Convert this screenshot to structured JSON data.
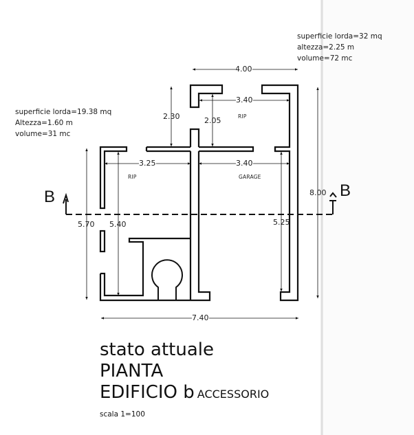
{
  "drawing": {
    "title_line1": "stato attuale",
    "title_line2": "PIANTA",
    "title_line3_main": "EDIFICIO b",
    "title_line3_sub": "ACCESSORIO",
    "scale": "scala 1=100"
  },
  "notes": {
    "right": {
      "area": "superficie lorda=32 mq",
      "height": "altezza=2.25 m",
      "volume": "volume=72 mc"
    },
    "left": {
      "area": "superficie lorda=19.38 mq",
      "height": "Altezza=1.60 m",
      "volume": "volume=31 mc"
    }
  },
  "rooms": {
    "rip_upper": "RIP",
    "rip_left": "RIP",
    "garage": "GARAGE"
  },
  "dimensions": {
    "top_width": "4.00",
    "upper_room_width": "3.40",
    "left_upper_height": "2.30",
    "upper_room_height": "2.05",
    "left_room_width": "3.25",
    "garage_width": "3.40",
    "right_total_height": "8.00",
    "left_total_height": "5.70",
    "left_room_height": "5.40",
    "garage_height": "5.25",
    "total_width": "7.40"
  },
  "section": {
    "label_left": "B",
    "label_right": "B"
  },
  "colors": {
    "line": "#111111",
    "paper": "#ffffff"
  }
}
